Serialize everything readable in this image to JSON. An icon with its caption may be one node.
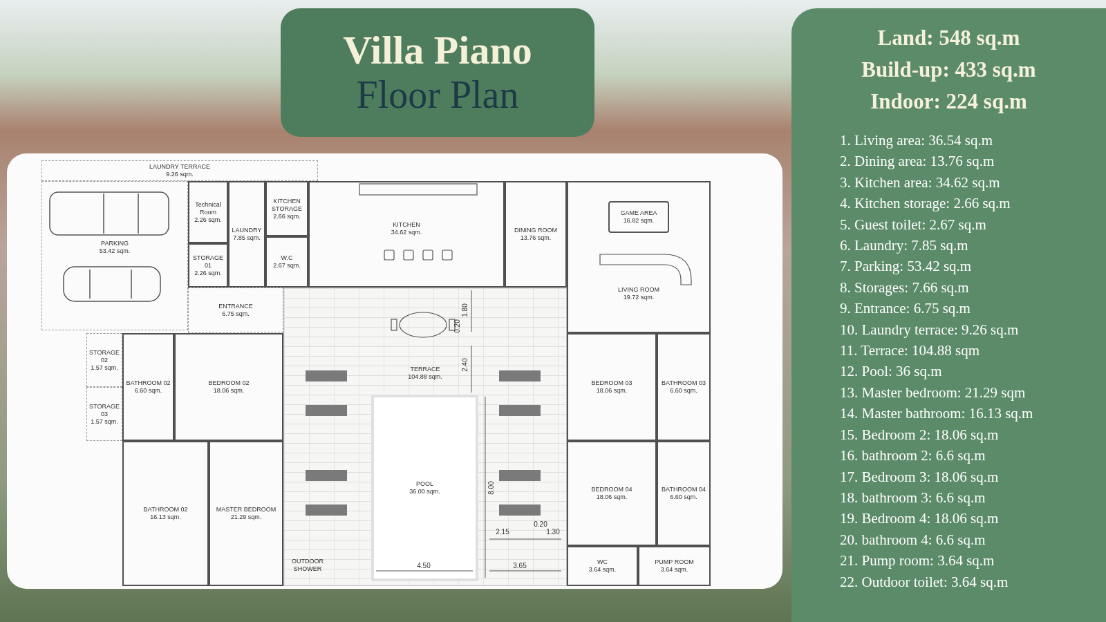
{
  "diagram": {
    "nodes": [
      {
        "text": [
          "Villa Piano",
          "Floor Plan"
        ]
      },
      {
        "text": [
          "Land: 548 sq.m",
          "Build-up: 433 sq.m",
          "Indoor: 224 sq.m",
          "1. Living area: 36.54 sq.m",
          "2. Dining area: 13.76 sq.m",
          "3. Kitchen area: 34.62 sq.m",
          "4. Kitchen storage: 2.66 sq.m",
          "5. Guest toilet: 2.67 sq.m",
          "6. Laundry: 7.85 sq.m",
          "7. Parking: 53.42 sq.m",
          "8. Storages: 7.66 sq.m",
          "9. Entrance: 6.75 sq.m",
          "10. Laundry terrace: 9.26 sq.m",
          "11. Terrace: 104.88 sqm",
          "12. Pool: 36 sq.m",
          "13. Master bedroom: 21.29 sqm",
          "14. Master bathroom: 16.13 sq.m",
          "15. Bedroom 2: 18.06 sq.m",
          "16. bathroom 2: 6.6 sq.m",
          "17. Bedroom 3: 18.06 sq.m",
          "18. bathroom 3: 6.6 sq.m",
          "19. Bedroom 4: 18.06 sq.m",
          "20. bathroom 4: 6.6 sq.m",
          "21. Pump room: 3.64 sq.m",
          "22. Outdoor toilet: 3.64 sq.m"
        ]
      },
      {
        "text": [
          "LAUNDRY TERRACE",
          "9.26 sqm."
        ]
      },
      {
        "text": [
          "PARKING",
          "53.42 sqm."
        ]
      },
      {
        "text": [
          "Technical Room",
          "2.26 sqm."
        ]
      },
      {
        "text": [
          "LAUNDRY",
          "7.85 sqm."
        ]
      },
      {
        "text": [
          "KITCHEN STORAGE",
          "2.66 sqm."
        ]
      },
      {
        "text": [
          "STORAGE 01",
          "2.26 sqm."
        ]
      },
      {
        "text": [
          "W.C",
          "2.67 sqm."
        ]
      },
      {
        "text": [
          "KITCHEN",
          "34.62 sqm."
        ]
      },
      {
        "text": [
          "DINING ROOM",
          "13.76 sqm."
        ]
      },
      {
        "text": [
          "LIVING ROOM",
          "19.72 sqm."
        ]
      },
      {
        "text": [
          "GAME AREA",
          "16.82 sqm."
        ],
        "in": 11
      },
      {
        "text": [
          "ENTRANCE",
          "6.75 sqm."
        ]
      },
      {
        "text": [
          "TERRACE",
          "104.88 sqm."
        ]
      },
      {
        "text": [
          "STORAGE 02",
          "1.57 sqm."
        ]
      },
      {
        "text": [
          "BATHROOM 02",
          "6.60 sqm."
        ]
      },
      {
        "text": [
          "BEDROOM 02",
          "18.06 sqm."
        ]
      },
      {
        "text": [
          "BEDROOM 03",
          "18.06 sqm."
        ]
      },
      {
        "text": [
          "BATHROOM 03",
          "6.60 sqm."
        ]
      },
      {
        "text": [
          "STORAGE 03",
          "1.57 sqm."
        ]
      },
      {
        "text": [
          "POOL",
          "36.00 sqm."
        ],
        "in": 14
      },
      {
        "text": [
          "BATHROOM 02",
          "16.13 sqm."
        ]
      },
      {
        "text": [
          "MASTER BEDROOM",
          "21.29 sqm."
        ]
      },
      {
        "text": [
          "BEDROOM 04",
          "18.06 sqm."
        ]
      },
      {
        "text": [
          "BATHROOM 04",
          "6.60 sqm."
        ]
      },
      {
        "text": [
          "OUTDOOR SHOWER"
        ],
        "in": 14
      },
      {
        "text": [
          "WC",
          "3.64 sqm."
        ]
      },
      {
        "text": [
          "PUMP ROOM",
          "3.64 sqm."
        ]
      }
    ],
    "labels": [
      "1.80",
      "0.20",
      "2.40",
      "8.00",
      "2.15",
      "0.20",
      "1.30",
      "4.50",
      "3.65"
    ]
  }
}
